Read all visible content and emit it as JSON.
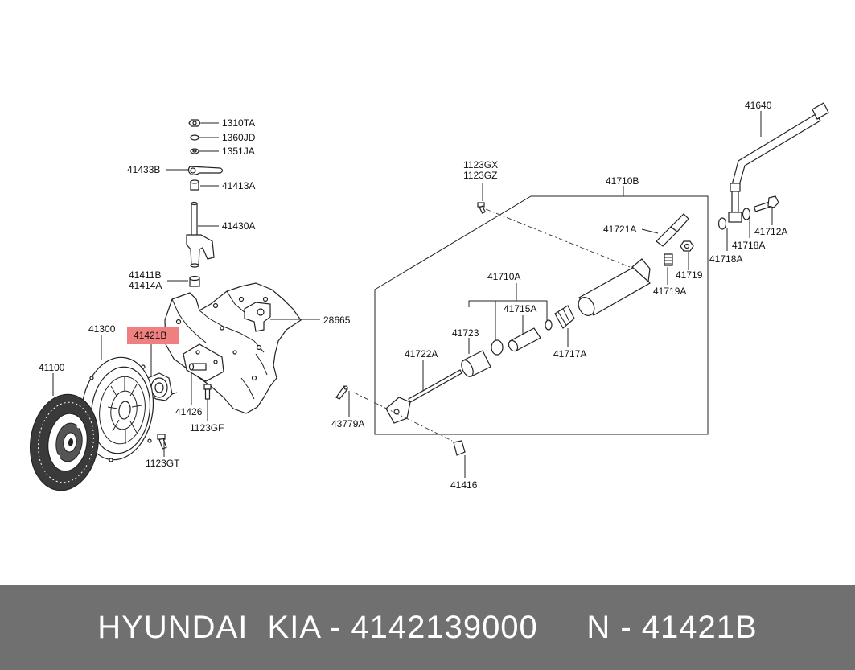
{
  "labels": {
    "p1310TA": "1310TA",
    "p1360JD": "1360JD",
    "p1351JA": "1351JA",
    "p41433B": "41433B",
    "p41413A": "41413A",
    "p41430A": "41430A",
    "p41411B": "41411B",
    "p41414A": "41414A",
    "p28665": "28665",
    "p41300": "41300",
    "p41421B": "41421B",
    "p41100": "41100",
    "p41426": "41426",
    "p1123GF": "1123GF",
    "p1123GT": "1123GT",
    "p1123GX": "1123GX",
    "p1123GZ": "1123GZ",
    "p41710B": "41710B",
    "p41640": "41640",
    "p41712A": "41712A",
    "p41718A_1": "41718A",
    "p41718A_2": "41718A",
    "p41721A": "41721A",
    "p41719": "41719",
    "p41719A": "41719A",
    "p41710A": "41710A",
    "p41715A": "41715A",
    "p41723": "41723",
    "p41717A": "41717A",
    "p41722A": "41722A",
    "p43779A": "43779A",
    "p41416": "41416"
  },
  "highlight_color": "#f08080",
  "footer": {
    "text": "HYUNDAI  KIA - 4142139000     N - 41421B",
    "background": "#707070"
  }
}
